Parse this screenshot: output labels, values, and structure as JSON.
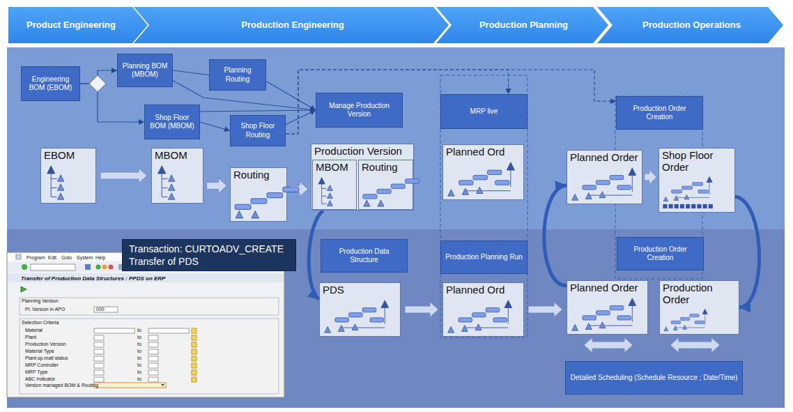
{
  "diagram": {
    "nodes": [
      {
        "text": [
          "Product Engineering"
        ]
      },
      {
        "text": [
          "Production Engineering"
        ]
      },
      {
        "text": [
          "Production Planning"
        ]
      },
      {
        "text": [
          "Production Operations"
        ]
      },
      {
        "text": [
          "Engineering BOM (EBOM)"
        ]
      },
      {
        "text": [
          "Planning BOM (MBOM)"
        ]
      },
      {
        "text": [
          "Planning Routing"
        ]
      },
      {
        "text": [
          "Shop Floor BOM (MBOM)"
        ]
      },
      {
        "text": [
          "Shop Floor Routing"
        ]
      },
      {
        "text": [
          "Manage Production Version"
        ]
      },
      {
        "text": [
          "MRP live"
        ]
      },
      {
        "text": [
          "Production Order Creation"
        ]
      },
      {
        "text": [
          "EBOM"
        ]
      },
      {
        "text": [
          "MBOM"
        ]
      },
      {
        "text": [
          "Routing"
        ]
      },
      {
        "text": [
          "Production Version"
        ]
      },
      {
        "text": [
          "MBOM"
        ],
        "in": 15
      },
      {
        "text": [
          "Routing"
        ],
        "in": 15
      },
      {
        "text": [
          "Planned Ord"
        ]
      },
      {
        "text": [
          "Planned Order"
        ]
      },
      {
        "text": [
          "Shop Floor Order"
        ]
      },
      {
        "text": [
          "Transaction: CURTOADV_CREATE Transfer of PDS"
        ]
      },
      {
        "text": [
          "Production Data Structure"
        ]
      },
      {
        "text": [
          "Production Planning Run"
        ]
      },
      {
        "text": [
          "Production Order Creation"
        ]
      },
      {
        "text": [
          "PDS"
        ]
      },
      {
        "text": [
          "Planned Ord"
        ]
      },
      {
        "text": [
          "Planned Order"
        ]
      },
      {
        "text": [
          "Production Order"
        ]
      },
      {
        "text": [
          "Detailed Scheduling (Schedule Resource ; Date/Time)"
        ]
      }
    ],
    "edges": [
      {
        "from": 4,
        "to": 5,
        "arrow": "to"
      },
      {
        "from": 4,
        "to": 7,
        "arrow": "to"
      },
      {
        "from": 5,
        "to": 6,
        "arrow": "none"
      },
      {
        "from": 5,
        "to": 9,
        "arrow": "to"
      },
      {
        "from": 6,
        "to": 9,
        "arrow": "to"
      },
      {
        "from": 7,
        "to": 8,
        "arrow": "to"
      },
      {
        "from": 7,
        "to": 9,
        "arrow": "to"
      },
      {
        "from": 8,
        "to": 9,
        "arrow": "to"
      },
      {
        "from": 8,
        "to": 11,
        "arrow": "to"
      },
      {
        "from": 8,
        "to": 10,
        "arrow": "to"
      },
      {
        "from": 12,
        "to": 13,
        "arrow": "to"
      },
      {
        "from": 13,
        "to": 14,
        "arrow": "to"
      },
      {
        "from": 14,
        "to": 15,
        "arrow": "to"
      },
      {
        "from": 19,
        "to": 20,
        "arrow": "to"
      },
      {
        "from": 25,
        "to": 26,
        "arrow": "to"
      },
      {
        "from": 26,
        "to": 27,
        "arrow": "to"
      },
      {
        "from": 15,
        "to": 25,
        "arrow": "to"
      },
      {
        "from": 27,
        "to": 19,
        "arrow": "to"
      },
      {
        "from": 20,
        "to": 28,
        "arrow": "to"
      }
    ],
    "labels": [
      "Program",
      "Edit",
      "Goto",
      "System",
      "Help",
      "Transfer of Production Data Structures : PPDS on ERP",
      "Planning Version",
      "Pl. Version in APO",
      "000",
      "Selection Criteria",
      "Material",
      "Plant",
      "Production Version",
      "Material Type",
      "Plant-sp.matl status",
      "MRP Controller",
      "MRP Type",
      "ABC Indicator",
      "Version managed BOM & Routing",
      "to",
      "to",
      "to",
      "to",
      "to",
      "to",
      "to",
      "to"
    ]
  }
}
